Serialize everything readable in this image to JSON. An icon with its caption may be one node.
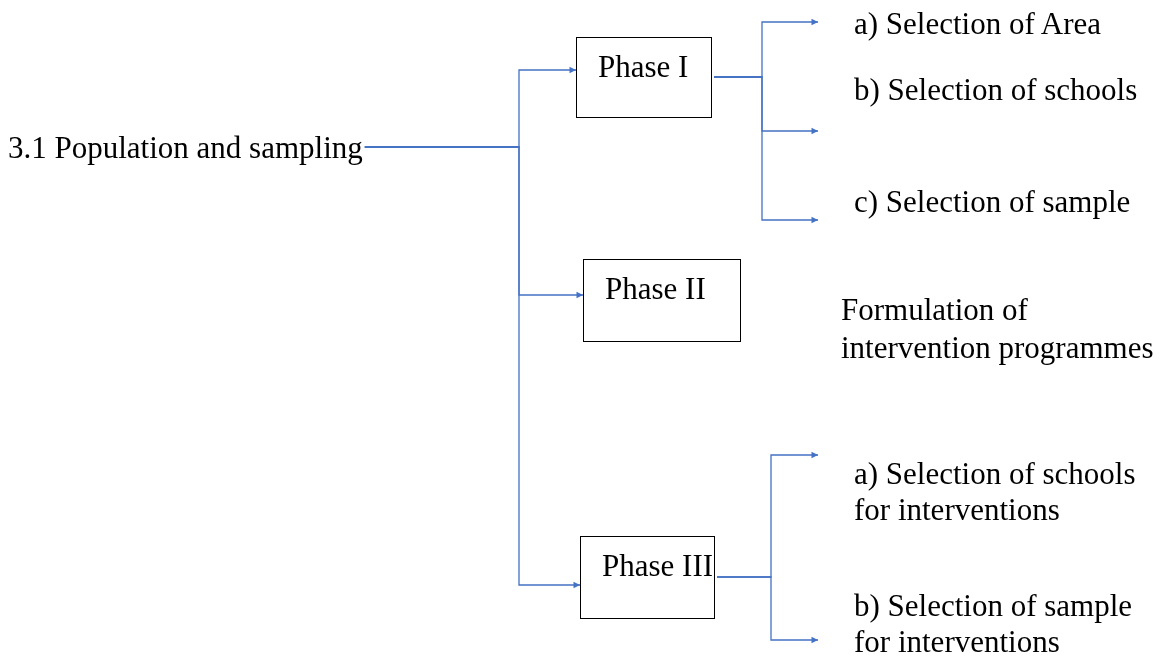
{
  "diagram": {
    "nodes": [
      {
        "text": [
          "3.1 Population and sampling"
        ]
      },
      {
        "text": [
          "Phase I"
        ]
      },
      {
        "text": [
          "Phase II"
        ]
      },
      {
        "text": [
          "Phase III"
        ]
      },
      {
        "text": [
          "a) Selection of Area"
        ]
      },
      {
        "text": [
          "b) Selection of schools"
        ]
      },
      {
        "text": [
          "c) Selection of sample"
        ]
      },
      {
        "text": [
          "a) Selection of schools for interventions"
        ]
      },
      {
        "text": [
          "b) Selection of sample for interventions"
        ]
      }
    ],
    "edges": [
      {
        "from": 0,
        "to": 1,
        "arrow": "to"
      },
      {
        "from": 0,
        "to": 2,
        "arrow": "to"
      },
      {
        "from": 0,
        "to": 3,
        "arrow": "to"
      },
      {
        "from": 1,
        "to": 4,
        "arrow": "to"
      },
      {
        "from": 1,
        "to": 5,
        "arrow": "to"
      },
      {
        "from": 1,
        "to": 6,
        "arrow": "to"
      },
      {
        "from": 3,
        "to": 7,
        "arrow": "to"
      },
      {
        "from": 3,
        "to": 8,
        "arrow": "to"
      }
    ],
    "labels": [
      "Formulation of intervention programmes"
    ]
  }
}
